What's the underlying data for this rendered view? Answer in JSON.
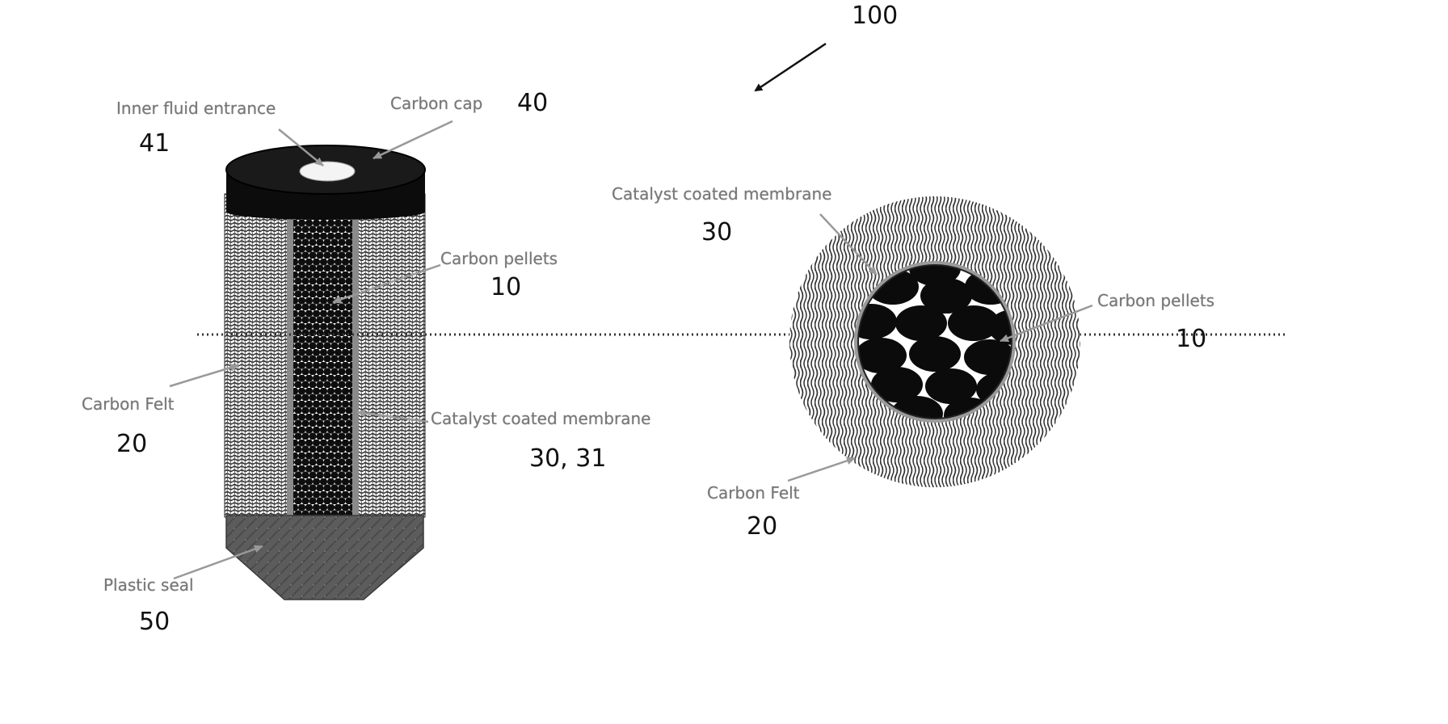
{
  "figure_number": "100",
  "colors": {
    "ink": "#111111",
    "label_gray": "#777777",
    "leader_gray": "#888888",
    "seal_gray": "#5a5a5a",
    "felt_line": "#333333"
  },
  "labels": {
    "inner_fluid_entrance": {
      "text": "Inner fluid entrance",
      "ref": "41"
    },
    "carbon_cap": {
      "text": "Carbon cap",
      "ref": "40"
    },
    "carbon_pellets_left": {
      "text": "Carbon pellets",
      "ref": "10"
    },
    "carbon_felt_left": {
      "text": "Carbon Felt",
      "ref": "20"
    },
    "membrane_left": {
      "text": "Catalyst coated membrane",
      "ref": "30, 31"
    },
    "plastic_seal": {
      "text": "Plastic seal",
      "ref": "50"
    },
    "membrane_right": {
      "text": "Catalyst coated membrane",
      "ref": "30"
    },
    "carbon_pellets_right": {
      "text": "Carbon pellets",
      "ref": "10"
    },
    "carbon_felt_right": {
      "text": "Carbon Felt",
      "ref": "20"
    }
  }
}
